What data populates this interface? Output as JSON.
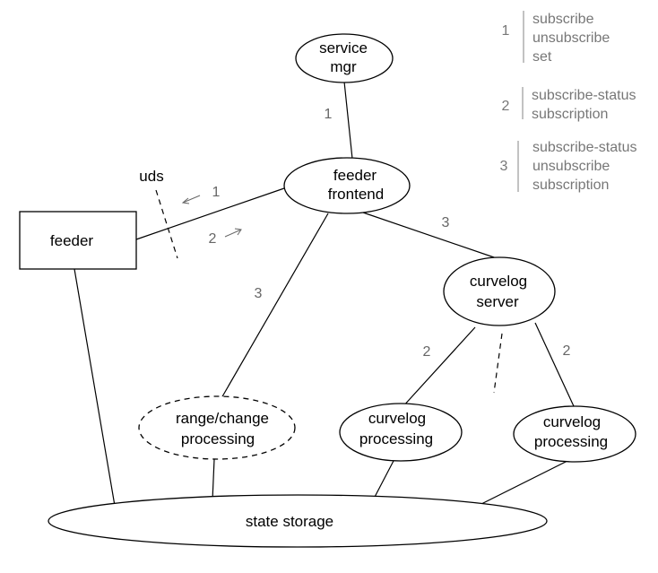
{
  "nodes": {
    "service_mgr": {
      "line1": "service",
      "line2": "mgr"
    },
    "feeder_frontend": {
      "line1": "feeder",
      "line2": "frontend"
    },
    "feeder": {
      "label": "feeder"
    },
    "curvelog_server": {
      "line1": "curvelog",
      "line2": "server"
    },
    "range_change": {
      "line1": "range/change",
      "line2": "processing"
    },
    "curvelog_proc_1": {
      "line1": "curvelog",
      "line2": "processing"
    },
    "curvelog_proc_2": {
      "line1": "curvelog",
      "line2": "processing"
    },
    "state_storage": {
      "label": "state storage"
    }
  },
  "annotations": {
    "uds": "uds"
  },
  "edge_labels": {
    "mgr_frontend": "1",
    "uds_1": "1",
    "uds_2": "2",
    "frontend_curvelog": "3",
    "frontend_range": "3",
    "curvelog_proc1": "2",
    "curvelog_proc2": "2"
  },
  "legend": [
    {
      "num": "1",
      "items": [
        "subscribe",
        "unsubscribe",
        "set"
      ]
    },
    {
      "num": "2",
      "items": [
        "subscribe-status",
        "subscription"
      ]
    },
    {
      "num": "3",
      "items": [
        "subscribe-status",
        "unsubscribe",
        "subscription"
      ]
    }
  ]
}
